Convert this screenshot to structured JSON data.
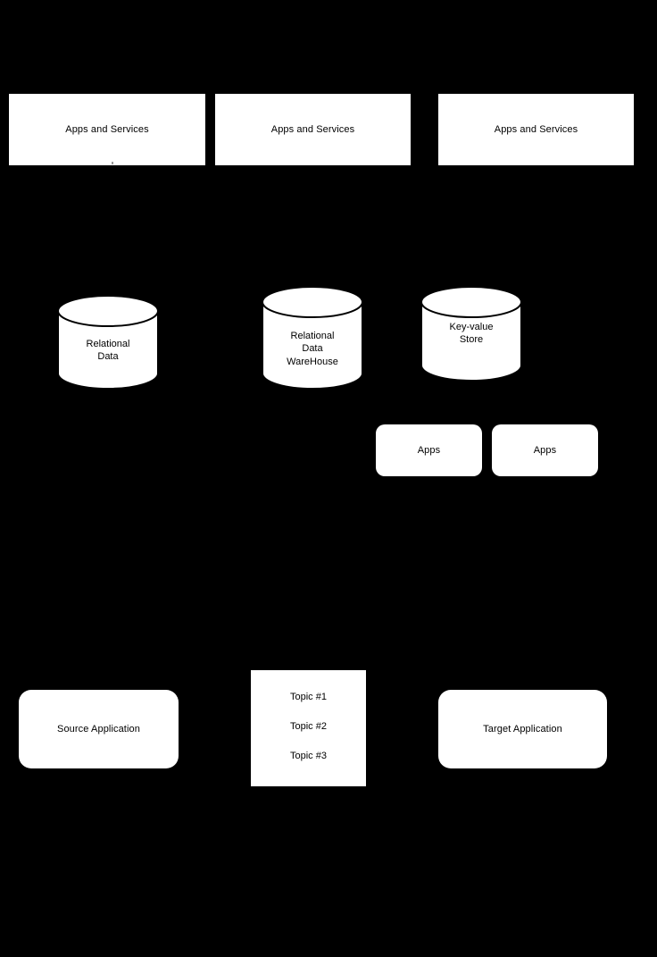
{
  "diagram": {
    "background_color": "#000000",
    "node_fill": "#ffffff",
    "node_stroke": "#000000",
    "text_color": "#000000",
    "type": "architecture-diagram"
  },
  "top_row": {
    "boxes": [
      {
        "label": "Apps and Services"
      },
      {
        "label": "Apps and Services"
      },
      {
        "label": "Apps and Services"
      }
    ]
  },
  "datastore_row": {
    "cylinders": [
      {
        "label": "Relational\nData"
      },
      {
        "label": "Relational\nData\nWareHouse"
      },
      {
        "label": "Key-value\nStore"
      }
    ]
  },
  "apps_row": {
    "boxes": [
      {
        "label": "Apps"
      },
      {
        "label": "Apps"
      }
    ]
  },
  "pipeline_row": {
    "source": {
      "label": "Source Application"
    },
    "topics": {
      "items": [
        {
          "label": "Topic #1"
        },
        {
          "label": "Topic #2"
        },
        {
          "label": "Topic #3"
        }
      ]
    },
    "target": {
      "label": "Target Application"
    }
  }
}
